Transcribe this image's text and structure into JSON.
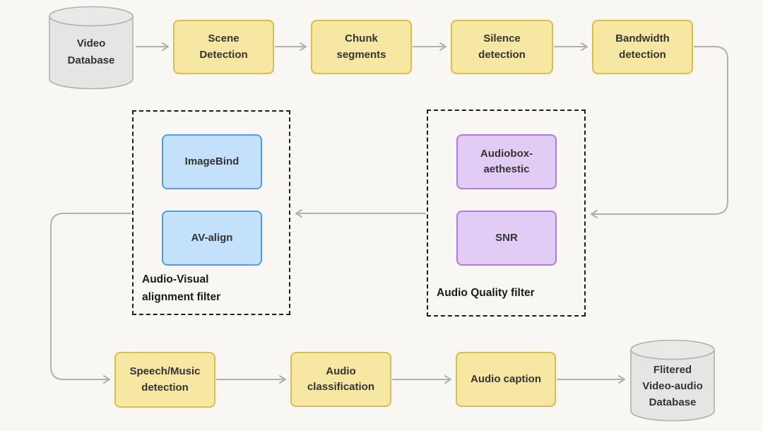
{
  "nodes": {
    "video_database": "Video Database",
    "scene_detection": "Scene Detection",
    "chunk_segments": "Chunk segments",
    "silence_detection": "Silence detection",
    "bandwidth_detection": "Bandwidth detection",
    "imagebind": "ImageBind",
    "av_align": "AV-align",
    "audiobox_aethestic": "Audiobox-aethestic",
    "snr": "SNR",
    "speech_music_detection": "Speech/Music detection",
    "audio_classification": "Audio classification",
    "audio_caption": "Audio caption",
    "filtered_database": "Flitered Video-audio Database"
  },
  "groups": {
    "audio_visual": "Audio-Visual alignment filter",
    "audio_quality": "Audio Quality filter"
  },
  "colors": {
    "background": "#f8f7f4",
    "process_fill": "#f6e7a2",
    "process_border": "#dabd50",
    "alignment_fill": "#c3e1fa",
    "alignment_border": "#4c9fe6",
    "quality_fill": "#e0ccf4",
    "quality_border": "#b576e4",
    "database_fill": "#e6e5e3",
    "database_border": "#b3b1ae",
    "group_border": "#1d1d1d",
    "arrow": "#b1b0ae",
    "text": "#343434"
  }
}
